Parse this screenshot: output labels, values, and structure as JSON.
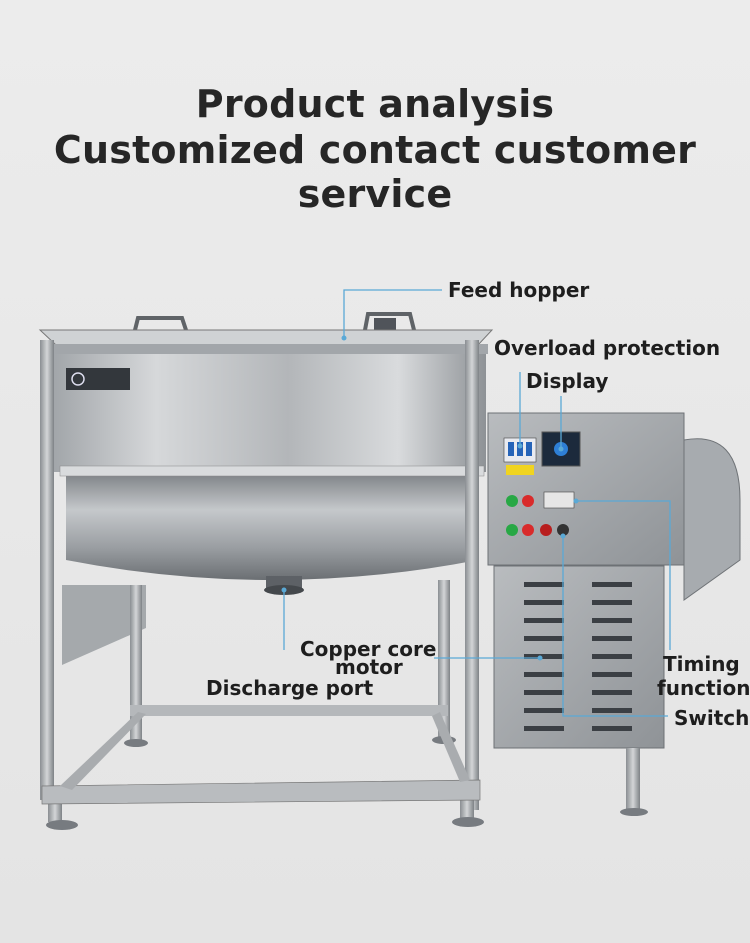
{
  "heading": {
    "line1": "Product analysis",
    "line2": "Customized contact customer service"
  },
  "callouts": {
    "feed_hopper": "Feed hopper",
    "overload_protection": "Overload protection",
    "display": "Display",
    "copper_core_motor_1": "Copper core",
    "copper_core_motor_2": "motor",
    "discharge_port": "Discharge port",
    "timing_function_1": "Timing",
    "timing_function_2": "function",
    "switch": "Switch"
  },
  "colors": {
    "leader_line": "#5aa9d6",
    "steel_light": "#c9cbcd",
    "steel_dark": "#6e7276"
  }
}
